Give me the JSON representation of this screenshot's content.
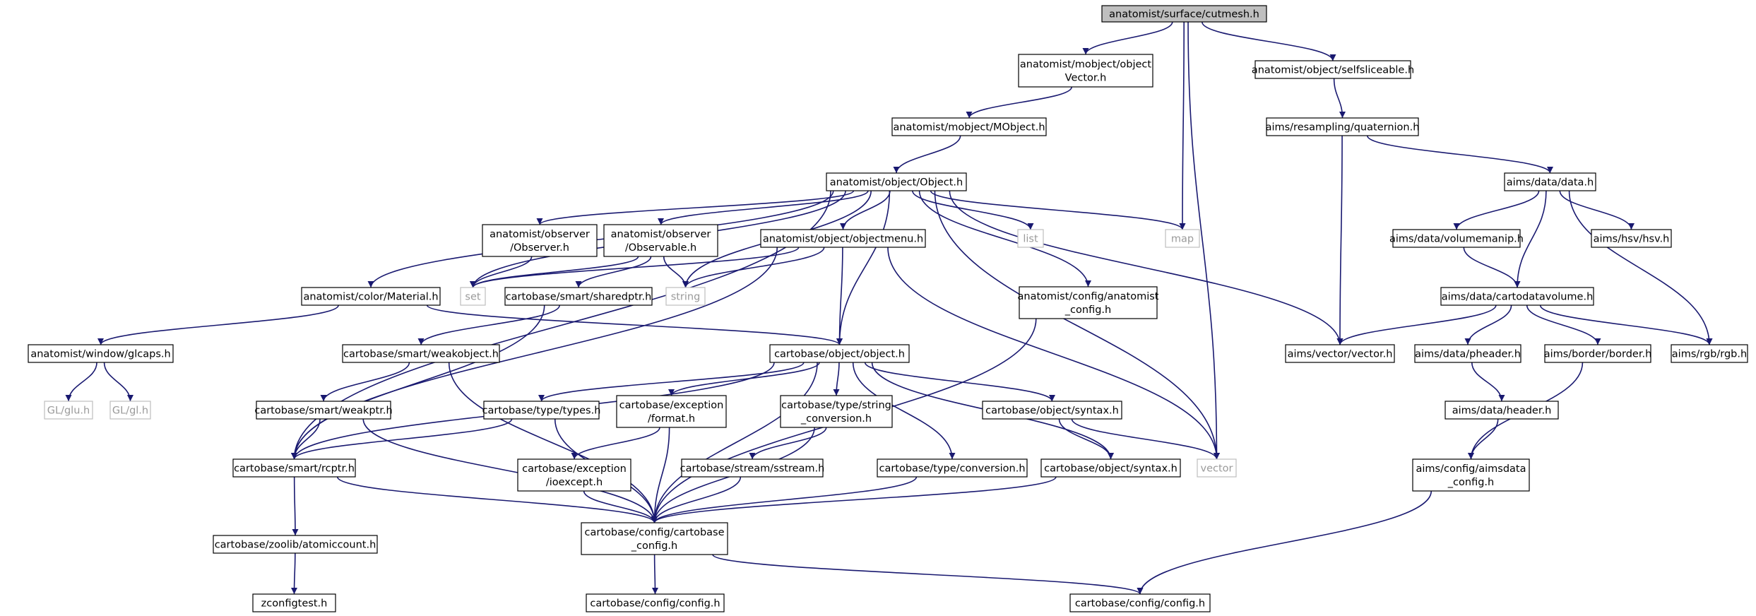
{
  "graph": {
    "colors": {
      "edge": "#191970",
      "root_fill": "#bfbfbf",
      "node_border": "#000000",
      "external_border": "#bfbfbf",
      "external_text": "#9a9a9a"
    },
    "nodes": [
      {
        "id": "cutmesh",
        "lines": [
          "anatomist/surface/cutmesh.h"
        ],
        "kind": "root"
      },
      {
        "id": "objvector",
        "lines": [
          "anatomist/mobject/object",
          "Vector.h"
        ],
        "kind": "internal"
      },
      {
        "id": "selfslice",
        "lines": [
          "anatomist/object/selfsliceable.h"
        ],
        "kind": "internal"
      },
      {
        "id": "mobject",
        "lines": [
          "anatomist/mobject/MObject.h"
        ],
        "kind": "internal"
      },
      {
        "id": "quaternion",
        "lines": [
          "aims/resampling/quaternion.h"
        ],
        "kind": "internal"
      },
      {
        "id": "objecth",
        "lines": [
          "anatomist/object/Object.h"
        ],
        "kind": "internal"
      },
      {
        "id": "aimsdata",
        "lines": [
          "aims/data/data.h"
        ],
        "kind": "internal"
      },
      {
        "id": "observer",
        "lines": [
          "anatomist/observer",
          "/Observer.h"
        ],
        "kind": "internal"
      },
      {
        "id": "observable",
        "lines": [
          "anatomist/observer",
          "/Observable.h"
        ],
        "kind": "internal"
      },
      {
        "id": "objmenu",
        "lines": [
          "anatomist/object/objectmenu.h"
        ],
        "kind": "internal"
      },
      {
        "id": "list",
        "lines": [
          "list"
        ],
        "kind": "external"
      },
      {
        "id": "map",
        "lines": [
          "map"
        ],
        "kind": "external"
      },
      {
        "id": "volmanip",
        "lines": [
          "aims/data/volumemanip.h"
        ],
        "kind": "internal"
      },
      {
        "id": "hsv",
        "lines": [
          "aims/hsv/hsv.h"
        ],
        "kind": "internal"
      },
      {
        "id": "set",
        "lines": [
          "set"
        ],
        "kind": "external"
      },
      {
        "id": "string",
        "lines": [
          "string"
        ],
        "kind": "external"
      },
      {
        "id": "material",
        "lines": [
          "anatomist/color/Material.h"
        ],
        "kind": "internal"
      },
      {
        "id": "sharedptr",
        "lines": [
          "cartobase/smart/sharedptr.h"
        ],
        "kind": "internal"
      },
      {
        "id": "anaconfig",
        "lines": [
          "anatomist/config/anatomist",
          "_config.h"
        ],
        "kind": "internal"
      },
      {
        "id": "cartovol",
        "lines": [
          "aims/data/cartodatavolume.h"
        ],
        "kind": "internal"
      },
      {
        "id": "glcaps",
        "lines": [
          "anatomist/window/glcaps.h"
        ],
        "kind": "internal"
      },
      {
        "id": "weakobj",
        "lines": [
          "cartobase/smart/weakobject.h"
        ],
        "kind": "internal"
      },
      {
        "id": "cbobject",
        "lines": [
          "cartobase/object/object.h"
        ],
        "kind": "internal"
      },
      {
        "id": "vector3",
        "lines": [
          "aims/vector/vector.h"
        ],
        "kind": "internal"
      },
      {
        "id": "pheader",
        "lines": [
          "aims/data/pheader.h"
        ],
        "kind": "internal"
      },
      {
        "id": "border",
        "lines": [
          "aims/border/border.h"
        ],
        "kind": "internal"
      },
      {
        "id": "rgb",
        "lines": [
          "aims/rgb/rgb.h"
        ],
        "kind": "internal"
      },
      {
        "id": "glu",
        "lines": [
          "GL/glu.h"
        ],
        "kind": "external"
      },
      {
        "id": "gl",
        "lines": [
          "GL/gl.h"
        ],
        "kind": "external"
      },
      {
        "id": "weakptr",
        "lines": [
          "cartobase/smart/weakptr.h"
        ],
        "kind": "internal"
      },
      {
        "id": "types",
        "lines": [
          "cartobase/type/types.h"
        ],
        "kind": "internal"
      },
      {
        "id": "format",
        "lines": [
          "cartobase/exception",
          "/format.h"
        ],
        "kind": "internal"
      },
      {
        "id": "strconv",
        "lines": [
          "cartobase/type/string",
          "_conversion.h"
        ],
        "kind": "internal"
      },
      {
        "id": "syntaxh",
        "lines": [
          "cartobase/object/syntax.h"
        ],
        "kind": "internal"
      },
      {
        "id": "header",
        "lines": [
          "aims/data/header.h"
        ],
        "kind": "internal"
      },
      {
        "id": "rcptr",
        "lines": [
          "cartobase/smart/rcptr.h"
        ],
        "kind": "internal"
      },
      {
        "id": "ioexcept",
        "lines": [
          "cartobase/exception",
          "/ioexcept.h"
        ],
        "kind": "internal"
      },
      {
        "id": "sstream",
        "lines": [
          "cartobase/stream/sstream.h"
        ],
        "kind": "internal"
      },
      {
        "id": "conversion",
        "lines": [
          "cartobase/type/conversion.h"
        ],
        "kind": "internal"
      },
      {
        "id": "syntax2",
        "lines": [
          "cartobase/object/syntax.h"
        ],
        "kind": "internal"
      },
      {
        "id": "vector",
        "lines": [
          "vector"
        ],
        "kind": "external"
      },
      {
        "id": "aimscfg",
        "lines": [
          "aims/config/aimsdata",
          "_config.h"
        ],
        "kind": "internal"
      },
      {
        "id": "atomic",
        "lines": [
          "cartobase/zoolib/atomiccount.h"
        ],
        "kind": "internal"
      },
      {
        "id": "cbconfig",
        "lines": [
          "cartobase/config/cartobase",
          "_config.h"
        ],
        "kind": "internal"
      },
      {
        "id": "zconfig",
        "lines": [
          "zconfigtest.h"
        ],
        "kind": "internal"
      },
      {
        "id": "config1",
        "lines": [
          "cartobase/config/config.h"
        ],
        "kind": "internal"
      },
      {
        "id": "config2",
        "lines": [
          "cartobase/config/config.h"
        ],
        "kind": "internal"
      }
    ],
    "edges": [
      [
        "cutmesh",
        "objvector"
      ],
      [
        "cutmesh",
        "selfslice"
      ],
      [
        "cutmesh",
        "map"
      ],
      [
        "cutmesh",
        "vector"
      ],
      [
        "objvector",
        "mobject"
      ],
      [
        "mobject",
        "objecth"
      ],
      [
        "selfslice",
        "quaternion"
      ],
      [
        "quaternion",
        "aimsdata"
      ],
      [
        "quaternion",
        "vector3"
      ],
      [
        "aimsdata",
        "volmanip"
      ],
      [
        "aimsdata",
        "hsv"
      ],
      [
        "aimsdata",
        "cartovol"
      ],
      [
        "aimsdata",
        "rgb"
      ],
      [
        "volmanip",
        "cartovol"
      ],
      [
        "cartovol",
        "vector3"
      ],
      [
        "cartovol",
        "pheader"
      ],
      [
        "cartovol",
        "border"
      ],
      [
        "cartovol",
        "rgb"
      ],
      [
        "pheader",
        "header"
      ],
      [
        "header",
        "aimscfg"
      ],
      [
        "border",
        "aimscfg"
      ],
      [
        "aimscfg",
        "config2"
      ],
      [
        "objecth",
        "observer"
      ],
      [
        "objecth",
        "observable"
      ],
      [
        "objecth",
        "objmenu"
      ],
      [
        "objecth",
        "list"
      ],
      [
        "objecth",
        "map"
      ],
      [
        "objecth",
        "set"
      ],
      [
        "objecth",
        "string"
      ],
      [
        "objecth",
        "material"
      ],
      [
        "objecth",
        "anaconfig"
      ],
      [
        "objecth",
        "cbobject"
      ],
      [
        "objecth",
        "vector3"
      ],
      [
        "objecth",
        "vector"
      ],
      [
        "objecth",
        "rcptr"
      ],
      [
        "observer",
        "set"
      ],
      [
        "observable",
        "set"
      ],
      [
        "observable",
        "string"
      ],
      [
        "observable",
        "sharedptr"
      ],
      [
        "objmenu",
        "set"
      ],
      [
        "objmenu",
        "string"
      ],
      [
        "objmenu",
        "cbobject"
      ],
      [
        "objmenu",
        "vector"
      ],
      [
        "objmenu",
        "rcptr"
      ],
      [
        "material",
        "glcaps"
      ],
      [
        "material",
        "cbobject"
      ],
      [
        "glcaps",
        "glu"
      ],
      [
        "glcaps",
        "gl"
      ],
      [
        "sharedptr",
        "weakobj"
      ],
      [
        "sharedptr",
        "rcptr"
      ],
      [
        "weakobj",
        "weakptr"
      ],
      [
        "weakobj",
        "cbconfig"
      ],
      [
        "weakptr",
        "rcptr"
      ],
      [
        "weakptr",
        "cbconfig"
      ],
      [
        "anaconfig",
        "cbconfig"
      ],
      [
        "cbobject",
        "types"
      ],
      [
        "cbobject",
        "format"
      ],
      [
        "cbobject",
        "strconv"
      ],
      [
        "cbobject",
        "syntaxh"
      ],
      [
        "cbobject",
        "conversion"
      ],
      [
        "cbobject",
        "syntax2"
      ],
      [
        "cbobject",
        "cbconfig"
      ],
      [
        "cbobject",
        "rcptr"
      ],
      [
        "types",
        "rcptr"
      ],
      [
        "types",
        "cbconfig"
      ],
      [
        "format",
        "ioexcept"
      ],
      [
        "format",
        "cbconfig"
      ],
      [
        "strconv",
        "sstream"
      ],
      [
        "strconv",
        "cbconfig"
      ],
      [
        "syntaxh",
        "syntax2"
      ],
      [
        "syntaxh",
        "vector"
      ],
      [
        "ioexcept",
        "cbconfig"
      ],
      [
        "sstream",
        "cbconfig"
      ],
      [
        "conversion",
        "cbconfig"
      ],
      [
        "syntax2",
        "cbconfig"
      ],
      [
        "rcptr",
        "atomic"
      ],
      [
        "rcptr",
        "cbconfig"
      ],
      [
        "atomic",
        "zconfig"
      ],
      [
        "cbconfig",
        "config1"
      ],
      [
        "cbconfig",
        "config2"
      ]
    ]
  }
}
